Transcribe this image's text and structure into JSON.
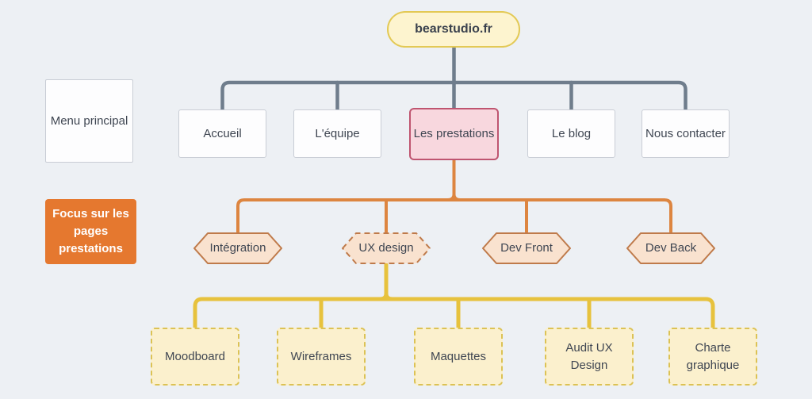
{
  "colors": {
    "background": "#edf0f4",
    "gray_connector": "#6f7d8c",
    "orange_connector": "#dd8540",
    "yellow_connector": "#e7c23d",
    "root_fill": "#fdf4cf",
    "root_border": "#e3c955",
    "active_fill": "#f8d7de",
    "active_border": "#bf5570",
    "hexagon_fill": "#f9e2cf",
    "hexagon_border": "#bf7a4a",
    "leaf_fill": "#fbf0cd",
    "leaf_border": "#dcc254",
    "focus_fill": "#e5782f",
    "box_border": "#c9cdd5",
    "text": "#3f4652"
  },
  "root": {
    "label": "bearstudio.fr"
  },
  "legend": {
    "menu_principal": "Menu principal",
    "focus": "Focus sur les pages prestations"
  },
  "menu": [
    {
      "label": "Accueil"
    },
    {
      "label": "L'équipe"
    },
    {
      "label": "Les prestations"
    },
    {
      "label": "Le blog"
    },
    {
      "label": "Nous contacter"
    }
  ],
  "prestations": [
    {
      "label": "Intégration"
    },
    {
      "label": "UX design"
    },
    {
      "label": "Dev Front"
    },
    {
      "label": "Dev Back"
    }
  ],
  "ux_pages": [
    {
      "label": "Moodboard"
    },
    {
      "label": "Wireframes"
    },
    {
      "label": "Maquettes"
    },
    {
      "label": "Audit UX Design"
    },
    {
      "label": "Charte graphique"
    }
  ]
}
